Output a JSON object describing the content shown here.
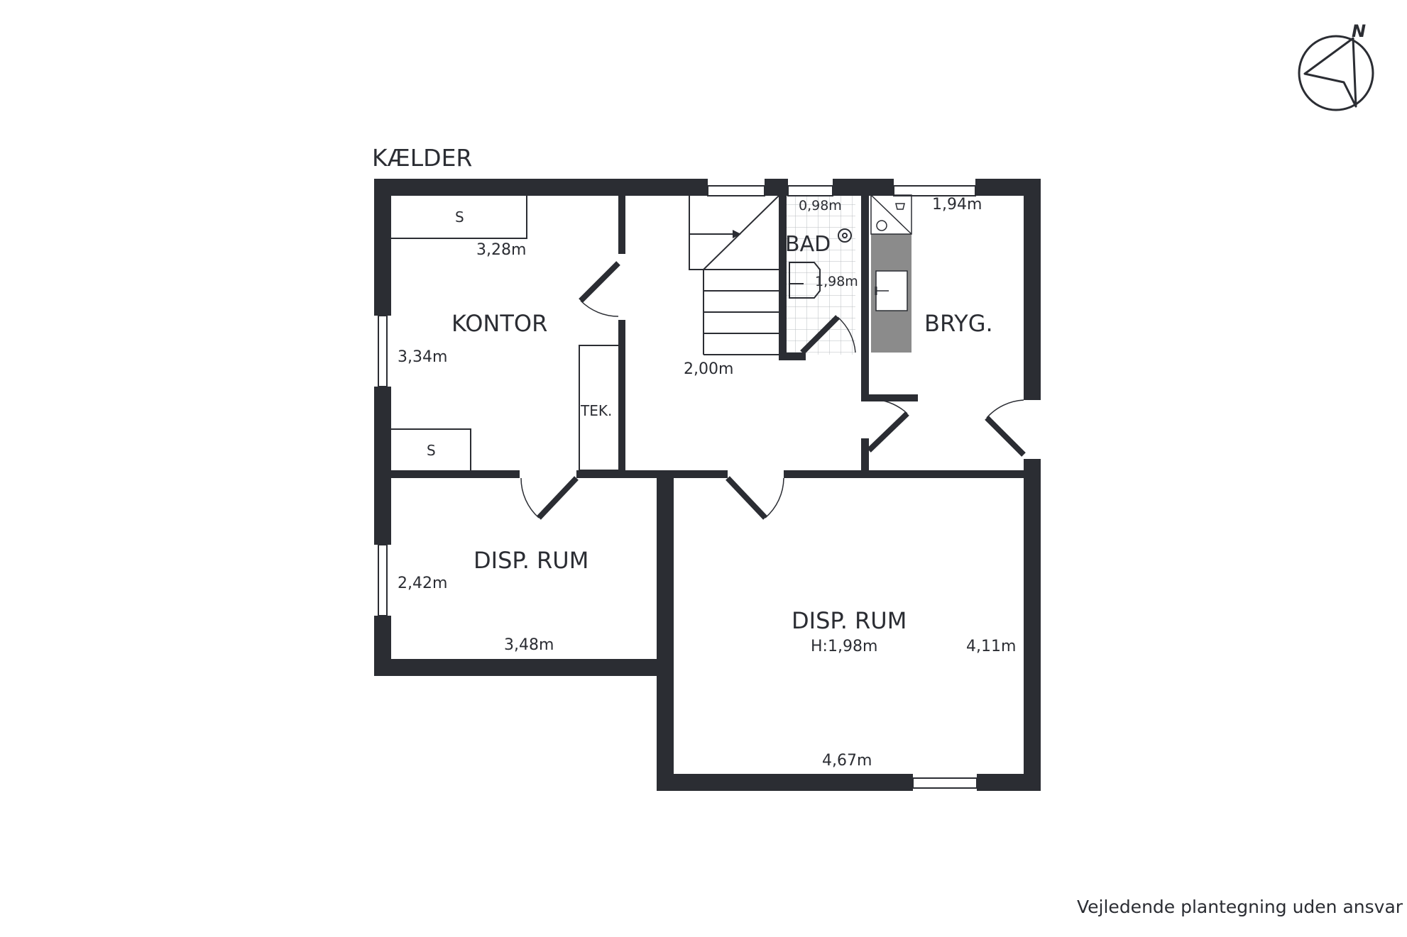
{
  "title": "KÆLDER",
  "compass": {
    "label": "N",
    "icon": "north-arrow-icon"
  },
  "rooms": {
    "kontor": {
      "name": "KONTOR",
      "width": "3,28m",
      "depth": "3,34m"
    },
    "stair": {
      "depth": "2,00m"
    },
    "bad": {
      "name": "BAD",
      "width": "0,98m",
      "depth": "1,98m"
    },
    "bryg": {
      "name": "BRYG.",
      "width": "1,94m"
    },
    "tek": {
      "name": "TEK."
    },
    "disp_small": {
      "name": "DISP. RUM",
      "depth": "2,42m",
      "width": "3,48m"
    },
    "disp_large": {
      "name": "DISP. RUM",
      "height": "H:1,98m",
      "depth": "4,11m",
      "width": "4,67m"
    }
  },
  "storage": [
    {
      "label": "S"
    },
    {
      "label": "S"
    }
  ],
  "fixtures": [
    "stair-arrow-icon",
    "sink-icon",
    "toilet-icon",
    "washing-machine-icon",
    "shower-drain-icon"
  ],
  "footer": "Vejledende plantegning uden ansvar",
  "colors": {
    "wall": "#2b2d33",
    "fixture_fill": "#8b8b8b",
    "tile_grid": "#b8bcc0"
  }
}
